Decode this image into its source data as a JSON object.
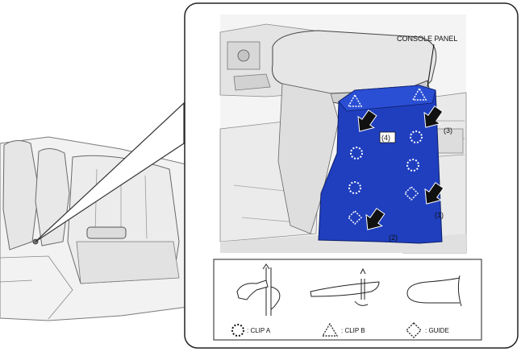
{
  "callouts": {
    "console_panel": "CONSOLE PANEL",
    "step1": "(1)",
    "step2": "(2)",
    "step3": "(3)",
    "step4": "(4)"
  },
  "legend": {
    "clip_a": ": CLIP A",
    "clip_b": ": CLIP B",
    "guide": ": GUIDE"
  },
  "colors": {
    "panel_blue": "#1f3fbf",
    "line": "#222222",
    "shade": "#d9d9d9"
  }
}
